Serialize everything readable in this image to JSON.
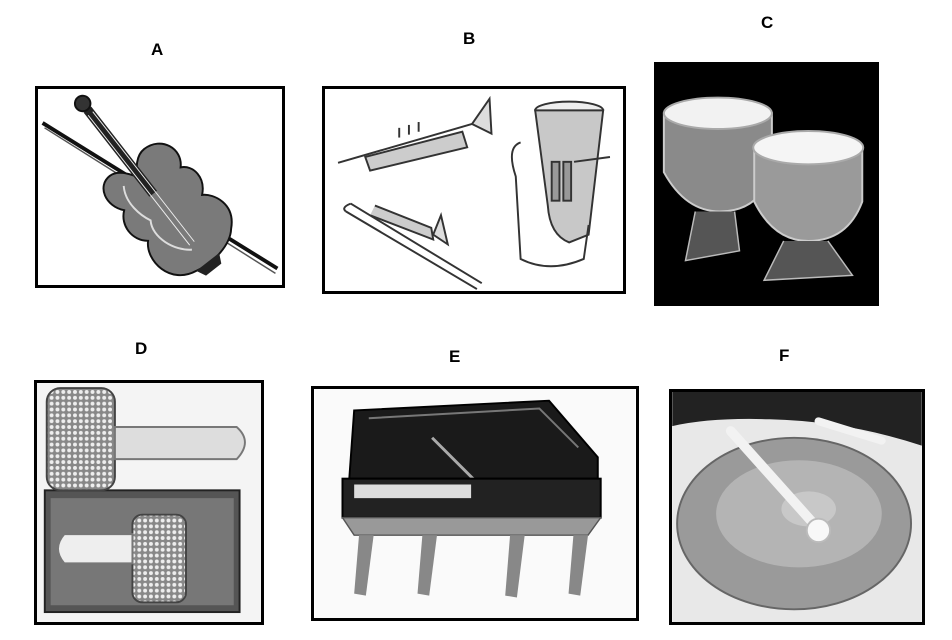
{
  "panels": [
    {
      "label": "A",
      "icon": "violin-with-bow-image"
    },
    {
      "label": "B",
      "icon": "trumpet-trombone-tuba-image"
    },
    {
      "label": "C",
      "icon": "timpani-drums-image"
    },
    {
      "label": "D",
      "icon": "cabasa-shakers-image"
    },
    {
      "label": "E",
      "icon": "harpsichord-image"
    },
    {
      "label": "F",
      "icon": "cymbal-with-mallet-image"
    }
  ]
}
